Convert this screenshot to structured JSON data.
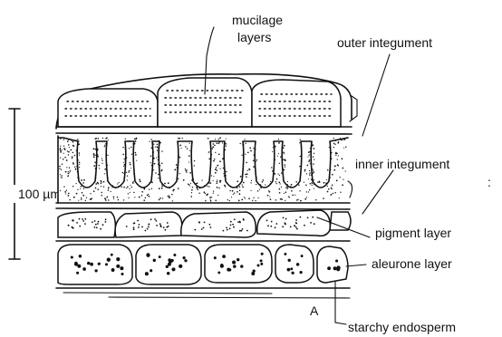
{
  "labels": {
    "mucilage_line1": "mucilage",
    "mucilage_line2": "layers",
    "outer_integument": "outer integument",
    "inner_integument": "inner integument",
    "inner_integument_mark": ":",
    "scale": "100 µm",
    "pigment_layer": "pigment layer",
    "aleurone_layer": "aleurone layer",
    "panel_letter": "A",
    "starchy_endosperm": "starchy endosperm"
  }
}
